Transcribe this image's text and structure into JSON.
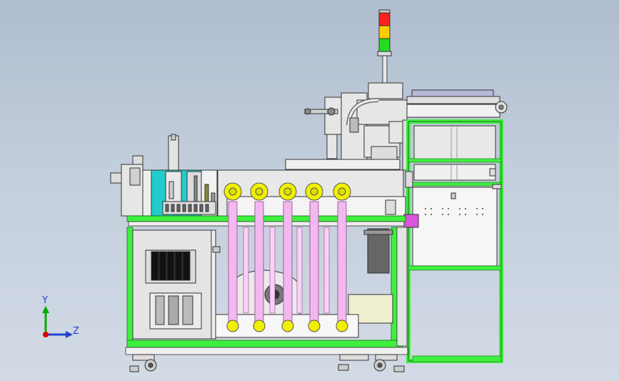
{
  "triad": {
    "y_label": "Y",
    "z_label": "Z"
  },
  "colors": {
    "background_top": "#aebdcf",
    "background_bottom": "#d2dae5",
    "frame_green": "#3ef03e",
    "tube_pink": "#f4b8f0",
    "fitting_yellow": "#f0f000",
    "panel_cyan": "#22cccc",
    "panel_grey": "#e4e4e4",
    "tower_red": "#ff2020",
    "tower_yellow": "#ffcc00",
    "tower_green": "#22dd22",
    "triad_y": "#00aa00",
    "triad_z": "#2244cc",
    "triad_x": "#dd0000"
  },
  "tubes": {
    "count": 5
  }
}
